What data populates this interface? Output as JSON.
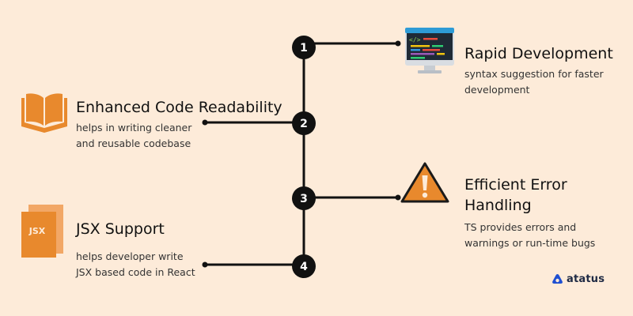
{
  "items": [
    {
      "number": "1",
      "title": "Rapid Development",
      "description": [
        "syntax suggestion for faster",
        "development"
      ],
      "icon": "monitor-code-icon"
    },
    {
      "number": "2",
      "title": "Enhanced Code Readability",
      "description": [
        "helps in  writing cleaner",
        "and reusable codebase"
      ],
      "icon": "open-book-icon"
    },
    {
      "number": "3",
      "title": [
        "Efficient Error",
        "Handling"
      ],
      "description": [
        "TS provides errors and",
        "warnings  or run-time bugs"
      ],
      "icon": "warning-icon"
    },
    {
      "number": "4",
      "title": "JSX Support",
      "description": [
        "helps developer write",
        "JSX based code in React"
      ],
      "icon": "jsx-file-icon",
      "icon_text": "JSX"
    }
  ],
  "brand": {
    "name": "atatus",
    "icon": "atatus-logo-icon"
  },
  "colors": {
    "background": "#fdebd9",
    "accent": "#e8892d",
    "line": "#111111",
    "node": "#111111"
  }
}
